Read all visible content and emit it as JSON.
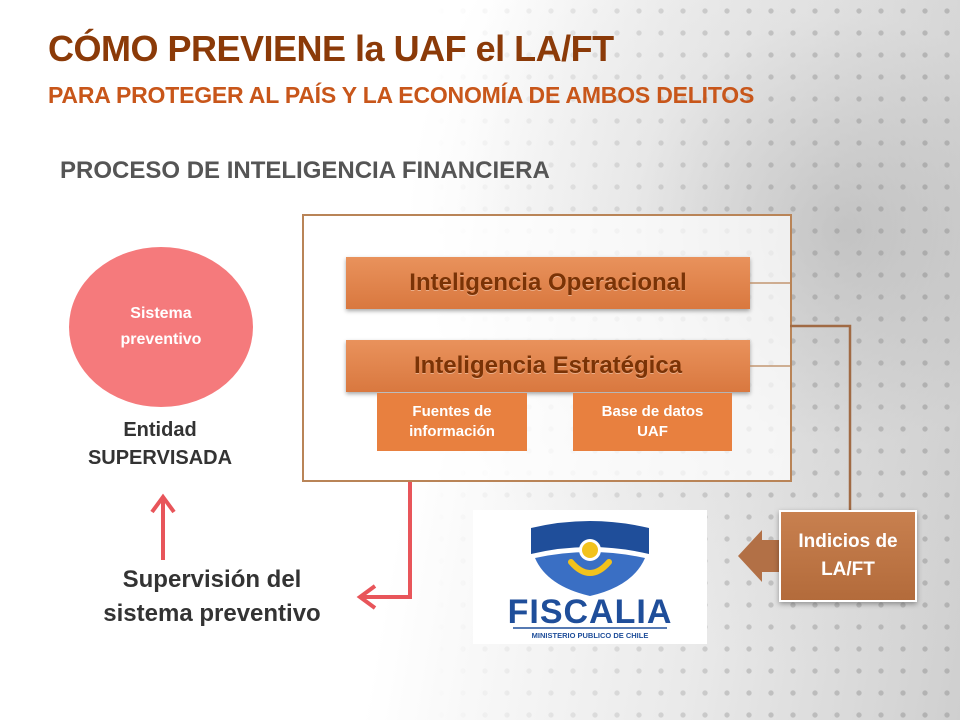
{
  "header": {
    "title": "CÓMO PREVIENE la UAF el LA/FT",
    "subtitle": "PARA PROTEGER AL PAÍS Y LA ECONOMÍA DE AMBOS DELITOS"
  },
  "section_title": "PROCESO DE INTELIGENCIA FINANCIERA",
  "diagram": {
    "operational": "Inteligencia Operacional",
    "strategic": "Inteligencia Estratégica",
    "sources_line1": "Fuentes de",
    "sources_line2": "información",
    "database_line1": "Base de datos",
    "database_line2": "UAF",
    "circle_line1": "Sistema",
    "circle_line2": "preventivo",
    "entity_line1": "Entidad",
    "entity_line2": "SUPERVISADA",
    "supervision_line1": "Supervisión del",
    "supervision_line2": "sistema preventivo",
    "indicios_line1": "Indicios de",
    "indicios_line2": "LA/FT"
  },
  "logo": {
    "name": "FISCALIA",
    "tagline": "MINISTERIO PUBLICO DE CHILE"
  },
  "colors": {
    "title": "#8b3a08",
    "subtitle": "#c8561a",
    "bar": "#e0834a",
    "box": "#e8803f",
    "circle": "#f57a7c",
    "arrow_red": "#e8555a",
    "indicios": "#bd7445",
    "logo_blue": "#1f4e9a"
  }
}
